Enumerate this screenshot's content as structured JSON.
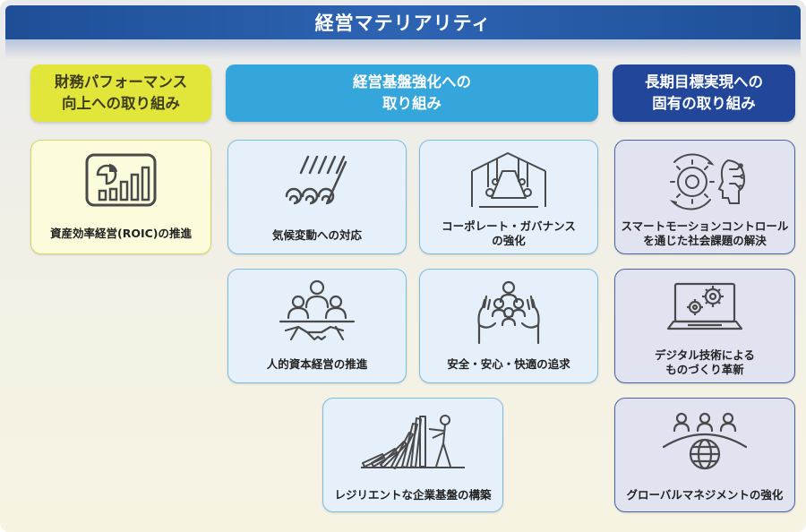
{
  "banner": {
    "title": "経営マテリアリティ"
  },
  "columns": {
    "financial": "財務パフォーマンス\n向上への取り組み",
    "management": "経営基盤強化への\n取り組み",
    "longterm": "長期目標実現への\n固有の取り組み"
  },
  "cards": {
    "roic": "資産効率経営(ROIC)の推進",
    "climate": "気候変動への対応",
    "governance": "コーポレート・ガバナンス\nの強化",
    "human_capital": "人的資本経営の推進",
    "safety": "安全・安心・快適の追求",
    "resilient": "レジリエントな企業基盤の構築",
    "smart_motion": "スマートモーションコントロール\nを通じた社会課題の解決",
    "digital": "デジタル技術による\nものづくり革新",
    "global": "グローバルマネジメントの強化"
  },
  "colors": {
    "banner": "#1f4e97",
    "financial": "#e2e63a",
    "management": "#35a6dc",
    "longterm": "#22479a",
    "icon_stroke": "#4a4a4a"
  },
  "icons": {
    "roic": "chart-icon",
    "climate": "rain-waves-icon",
    "governance": "boardroom-icon",
    "human_capital": "handshake-icon",
    "safety": "hands-people-icon",
    "resilient": "dominoes-icon",
    "smart_motion": "gear-head-icon",
    "digital": "laptop-gears-icon",
    "global": "globe-people-icon"
  }
}
